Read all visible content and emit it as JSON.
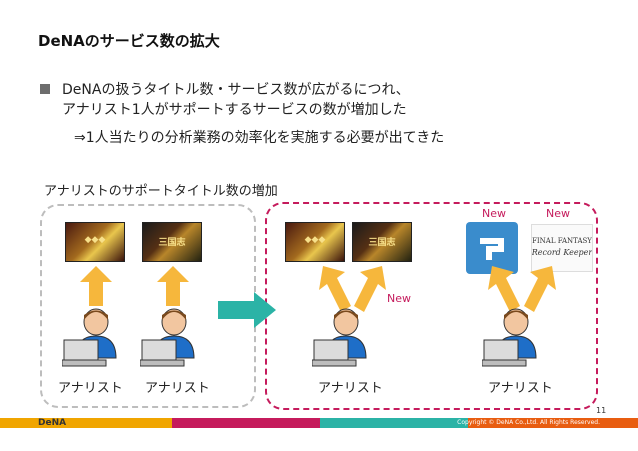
{
  "slide": {
    "title": "DeNAのサービス数の拡大",
    "bullet_line1": "DeNAの扱うタイトル数・サービス数が広がるにつれ、",
    "bullet_line2": "アナリスト1人がサポートするサービスの数が増加した",
    "sub_line": "⇒1人当たりの分析業務の効率化を実施する必要が出てきた",
    "section_label": "アナリストのサポートタイトル数の増加"
  },
  "before": {
    "analysts": [
      {
        "label": "アナリスト"
      },
      {
        "label": "アナリスト"
      }
    ]
  },
  "after": {
    "analysts": [
      {
        "label": "アナリスト"
      },
      {
        "label": "アナリスト"
      }
    ],
    "new_labels": [
      "New",
      "New",
      "New"
    ]
  },
  "footer": {
    "logo": "DeNA",
    "page_number": "11",
    "copyright": "Copyright © DeNA Co.,Ltd. All Rights Reserved.",
    "colors": [
      "#f0a500",
      "#c51b5c",
      "#2bb3a6",
      "#e85d10"
    ]
  },
  "icons": {
    "person": "analyst-person-icon",
    "arrow": "up-arrow-icon",
    "transition": "right-arrow-icon"
  }
}
